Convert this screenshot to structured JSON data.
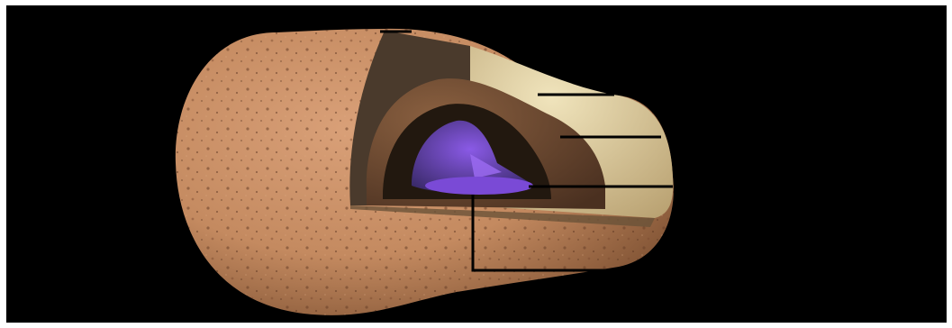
{
  "diagram": {
    "subject": "cutaway-body",
    "background_color": "#000000",
    "frame_color": "#ffffff",
    "colors": {
      "outer_surface": "#c48a60",
      "outer_surface_dark": "#8a5a3a",
      "pale_layer": "#e6d8a8",
      "middle_layer": "#6e4a2c",
      "inner_dark_layer": "#2a1e16",
      "core_outer": "#3a2a6a",
      "core_inner": "#7a4ad6",
      "core_highlight": "#9a6af0",
      "leader_lines": "#000000"
    },
    "layers": [
      {
        "name": "outer-shell",
        "fill": "outer_surface"
      },
      {
        "name": "pale-layer",
        "fill": "pale_layer"
      },
      {
        "name": "brown-layer",
        "fill": "middle_layer"
      },
      {
        "name": "dark-layer",
        "fill": "inner_dark_layer"
      },
      {
        "name": "core",
        "fill": "core_inner"
      }
    ],
    "leader_line_count": 5
  }
}
